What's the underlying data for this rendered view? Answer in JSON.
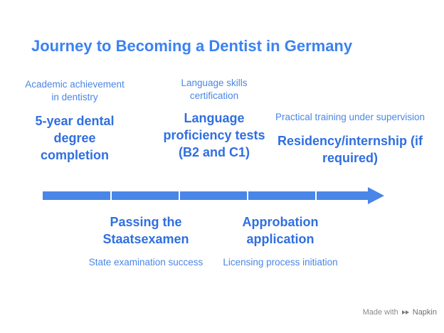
{
  "title": "Journey to Becoming a Dentist in Germany",
  "stages": [
    {
      "heading": "5-year dental degree completion",
      "subtext": "Academic achievement in dentistry"
    },
    {
      "heading": "Passing the Staatsexamen",
      "subtext": "State examination success"
    },
    {
      "heading": "Language proficiency tests (B2 and C1)",
      "subtext": "Language skills certification"
    },
    {
      "heading": "Approbation application",
      "subtext": "Licensing process initiation"
    },
    {
      "heading": "Residency/internship (if required)",
      "subtext": "Practical training under supervision"
    }
  ],
  "footer": {
    "made_with": "Made with",
    "brand": "Napkin"
  },
  "colors": {
    "accent": "#4a86e8",
    "title": "#3b82f0",
    "heading": "#2f6fe0"
  },
  "icons": {
    "timeline_arrow": "arrow-right",
    "footer_logo": "napkin-logo-icon"
  }
}
